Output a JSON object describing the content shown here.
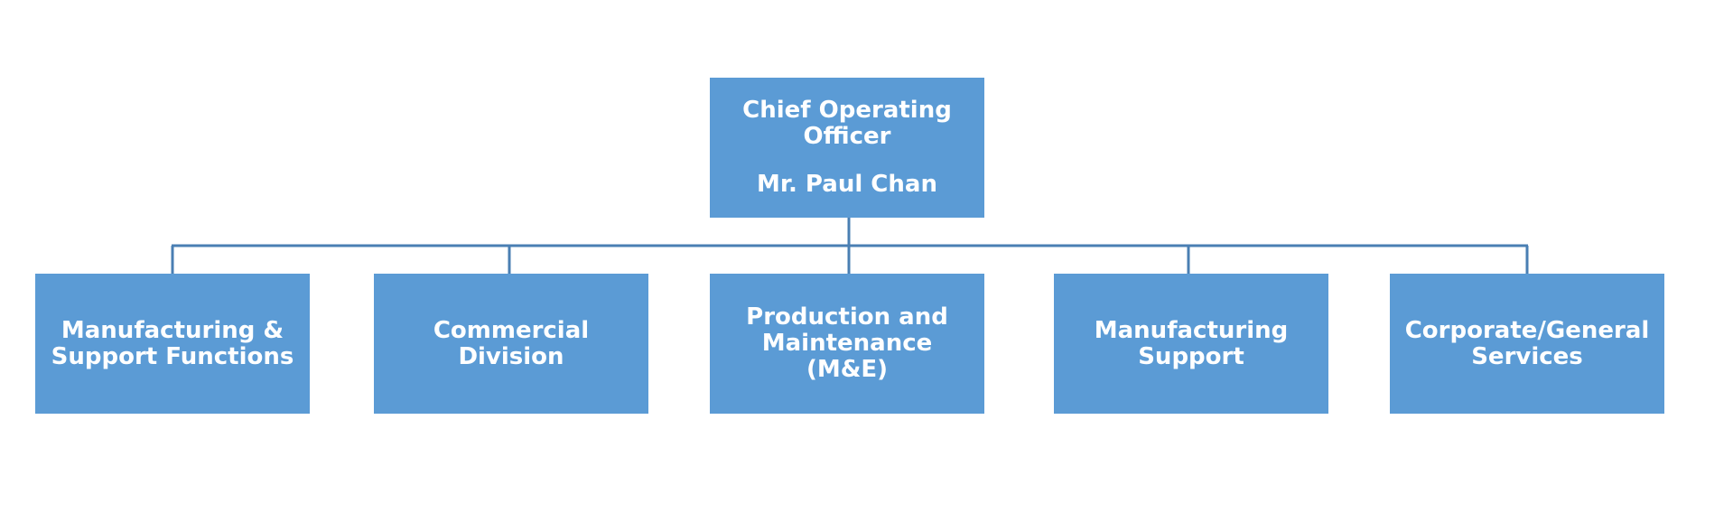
{
  "org_chart": {
    "root": {
      "title_line1": "Chief Operating",
      "title_line2": "Officer",
      "name": "Mr. Paul Chan"
    },
    "children": [
      {
        "line1": "Manufacturing &",
        "line2": "Support Functions",
        "line3": ""
      },
      {
        "line1": "Commercial",
        "line2": "Division",
        "line3": ""
      },
      {
        "line1": "Production and",
        "line2": "Maintenance",
        "line3": "(M&E)"
      },
      {
        "line1": "Manufacturing",
        "line2": "Support",
        "line3": ""
      },
      {
        "line1": "Corporate/General",
        "line2": "Services",
        "line3": ""
      }
    ]
  },
  "colors": {
    "box_fill": "#5b9bd5",
    "box_text": "#ffffff",
    "connector": "#4a7fb3",
    "background": "#ffffff"
  }
}
